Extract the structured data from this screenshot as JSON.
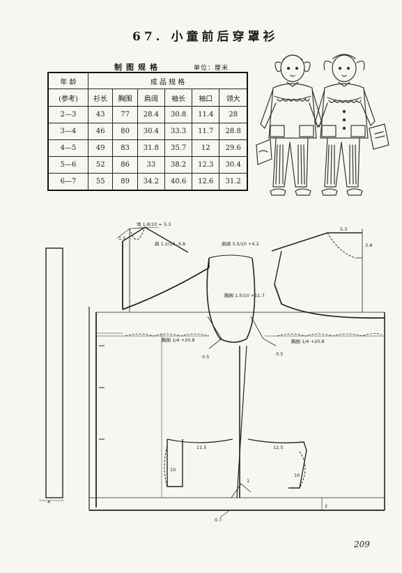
{
  "title": "67. 小童前后穿罩衫",
  "spec": {
    "heading": "制图规格",
    "unit": "单位：厘米",
    "age_label": "年 龄",
    "age_note": "(参考)",
    "group_label": "成 品 规 格",
    "columns": [
      "衫长",
      "胸围",
      "肩阔",
      "袖长",
      "袖口",
      "领大"
    ],
    "rows": [
      {
        "age": "2—3",
        "values": [
          "43",
          "77",
          "28.4",
          "30.8",
          "11.4",
          "28"
        ]
      },
      {
        "age": "3—4",
        "values": [
          "46",
          "80",
          "30.4",
          "33.3",
          "11.7",
          "28.8"
        ]
      },
      {
        "age": "4—5",
        "values": [
          "49",
          "83",
          "31.8",
          "35.7",
          "12",
          "29.6"
        ]
      },
      {
        "age": "5—6",
        "values": [
          "52",
          "86",
          "33",
          "38.2",
          "12.3",
          "30.4"
        ]
      },
      {
        "age": "6—7",
        "values": [
          "55",
          "89",
          "34.2",
          "40.6",
          "12.6",
          "31.2"
        ]
      }
    ]
  },
  "diagram": {
    "labels": {
      "collar_top_left": "领 1.8/10 = 5.3",
      "collar_top_right": "5.3",
      "dim_1_5": "1.5",
      "dim_3_8": "3.8",
      "shoulder_left": "肩 1.2/10 -3.8",
      "shoulder_mid": "肩阔 3.5/10 +4.2",
      "armhole_mid": "胸围 1.5/10 +11.7",
      "chest_left": "胸围 1/4 +20.8",
      "chest_right": "胸围 1/4 +20.8",
      "dim_0_5_left": "0.5",
      "dim_0_5_right": "0.5",
      "pocket_left_w": "11.5",
      "pocket_right_w": "12.5",
      "pocket_left_h": "10",
      "pocket_right_h": "10",
      "hem_1": "1",
      "hem_0_7": "0.7",
      "hem_2": "2",
      "facing_4": "4"
    }
  },
  "page_number": "209"
}
